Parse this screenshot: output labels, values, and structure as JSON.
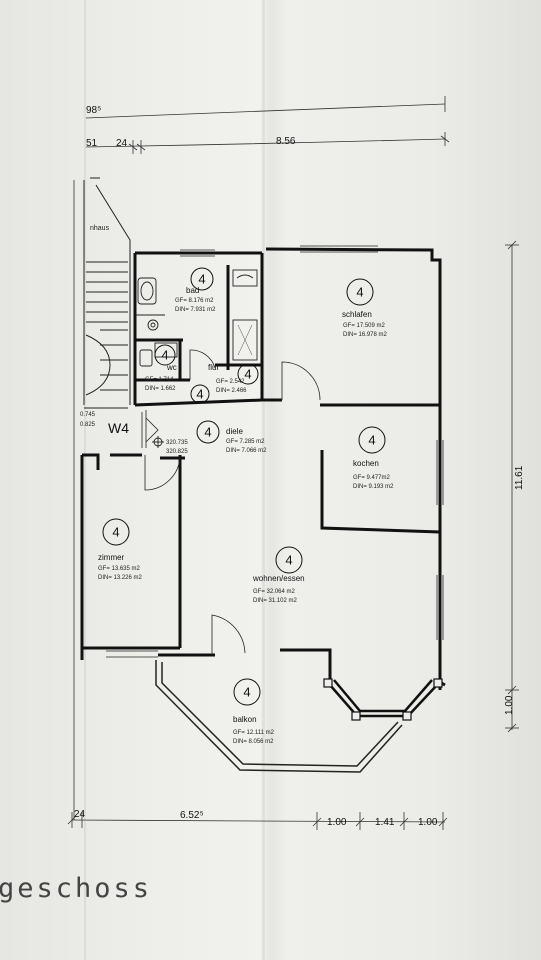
{
  "sheet": {
    "title": "geschoss"
  },
  "dimensions": {
    "top_total": "98⁵",
    "top_left_a": "51",
    "top_left_b": "24",
    "top_span": "8.56",
    "right_height": "11.61",
    "right_lower": "1.00",
    "bottom_left": "24",
    "bottom_span": "6.52⁵",
    "bottom_a": "1.00",
    "bottom_b": "1.41",
    "bottom_c": "1.00"
  },
  "staircase": {
    "label": "nhaus",
    "lvl1": "0.745",
    "lvl2": "0.825"
  },
  "entry": {
    "label": "W4",
    "lvl1": "320.735",
    "lvl2": "320.825"
  },
  "rooms": [
    {
      "id": "bad",
      "number": "4",
      "name": "bad",
      "gf": "GF= 8.176 m2",
      "din": "DIN= 7.931 m2"
    },
    {
      "id": "wc",
      "number": "4",
      "name": "wc",
      "gf": "GF= 1.714",
      "din": "DIN= 1.662"
    },
    {
      "id": "flur",
      "number": "4",
      "name": "flur",
      "gf": "GF= 2.542",
      "din": "DIN= 2.466"
    },
    {
      "id": "schlafen",
      "number": "4",
      "name": "schlafen",
      "gf": "GF= 17.509 m2",
      "din": "DIN= 16.978 m2"
    },
    {
      "id": "diele",
      "number": "4",
      "name": "diele",
      "gf": "GF= 7.285 m2",
      "din": "DIN= 7.066 m2"
    },
    {
      "id": "kochen",
      "number": "4",
      "name": "kochen",
      "gf": "GF= 9.477m2",
      "din": "DIN= 9.193 m2"
    },
    {
      "id": "zimmer",
      "number": "4",
      "name": "zimmer",
      "gf": "GF= 13.635 m2",
      "din": "DIN= 13.226 m2"
    },
    {
      "id": "wohnen",
      "number": "4",
      "name": "wohnen/essen",
      "gf": "GF= 32.064 m2",
      "din": "DIN= 31.102 m2"
    },
    {
      "id": "balkon",
      "number": "4",
      "name": "balkon",
      "gf": "GF= 12.111 m2",
      "din": "DIN= 8.056 m2"
    }
  ]
}
